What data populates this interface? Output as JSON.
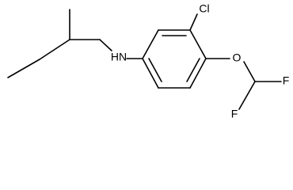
{
  "molecule": {
    "atoms": {
      "chlorine": "Cl",
      "amine": "HN",
      "fluorine_1": "F",
      "fluorine_2": "F"
    },
    "line_color": "#000000"
  }
}
